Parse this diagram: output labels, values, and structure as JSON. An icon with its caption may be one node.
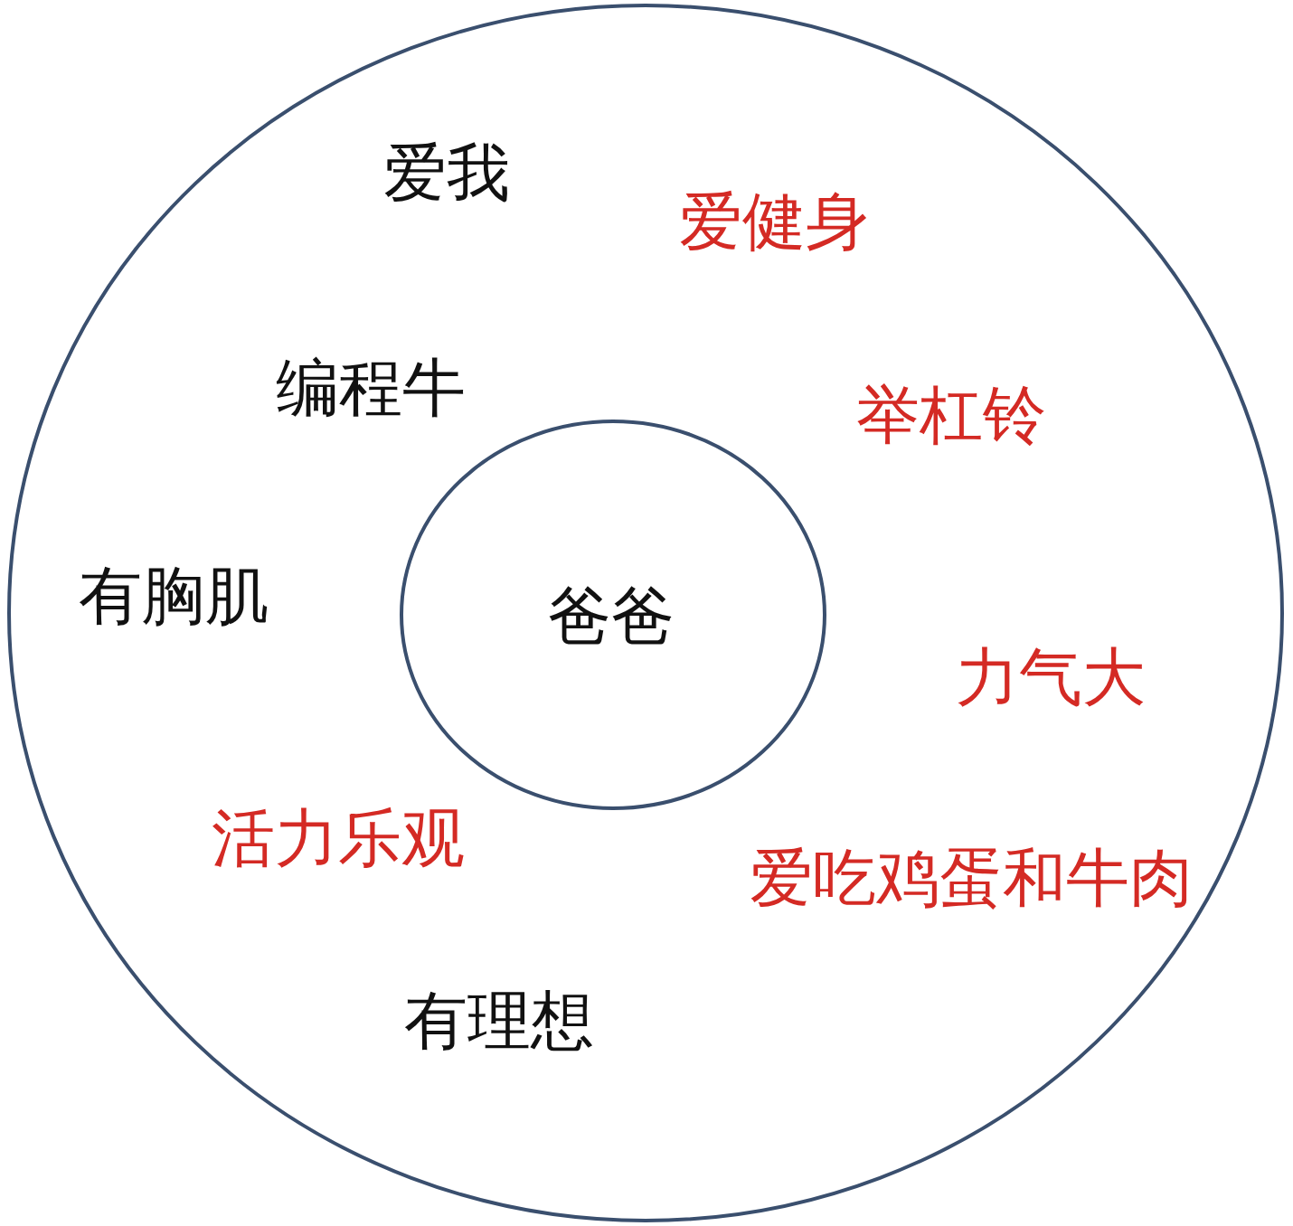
{
  "diagram": {
    "nodes": [
      {
        "text": [
          "爱我",
          "爱健身",
          "编程牛",
          "举杠铃",
          "有胸肌",
          "力气大",
          "活力乐观",
          "爱吃鸡蛋和牛肉",
          "有理想"
        ]
      },
      {
        "text": [
          "爸爸"
        ],
        "in": 0
      }
    ]
  }
}
